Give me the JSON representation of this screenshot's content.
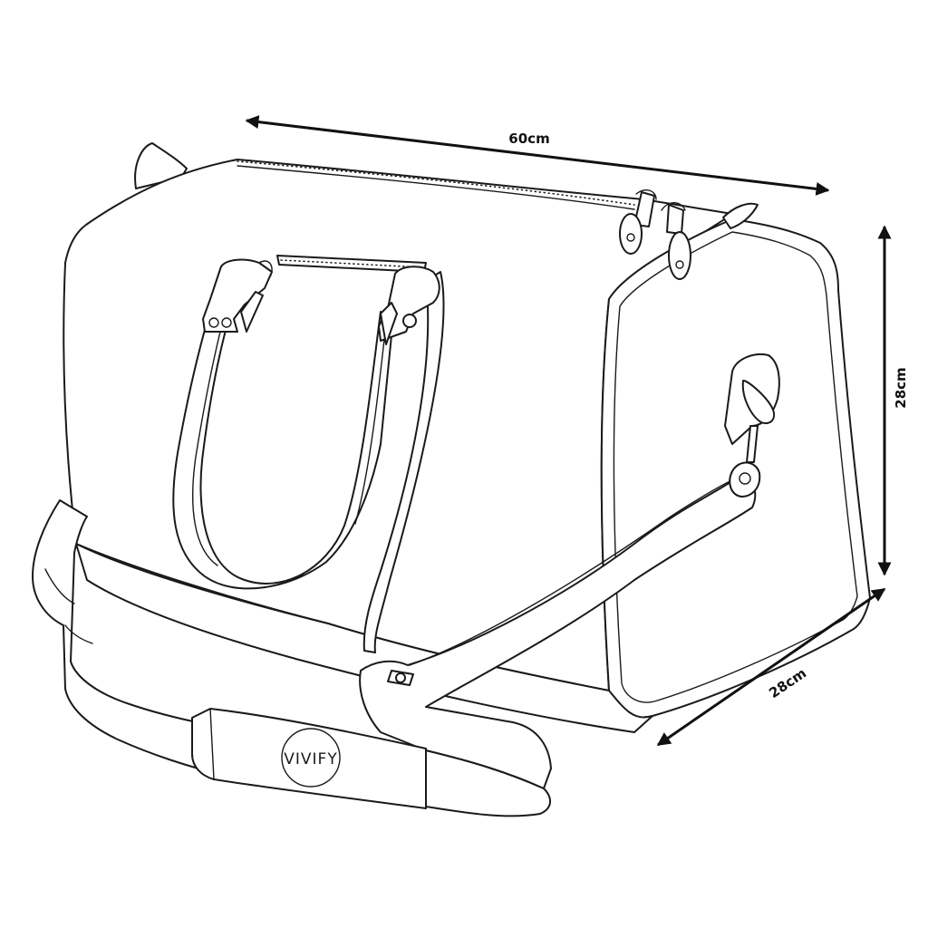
{
  "dimensions": {
    "length": "60cm",
    "height": "28cm",
    "depth": "28cm"
  },
  "brand_logo": "VIVIFY",
  "colors": {
    "outline": "#1a1a1a",
    "background": "#ffffff"
  }
}
